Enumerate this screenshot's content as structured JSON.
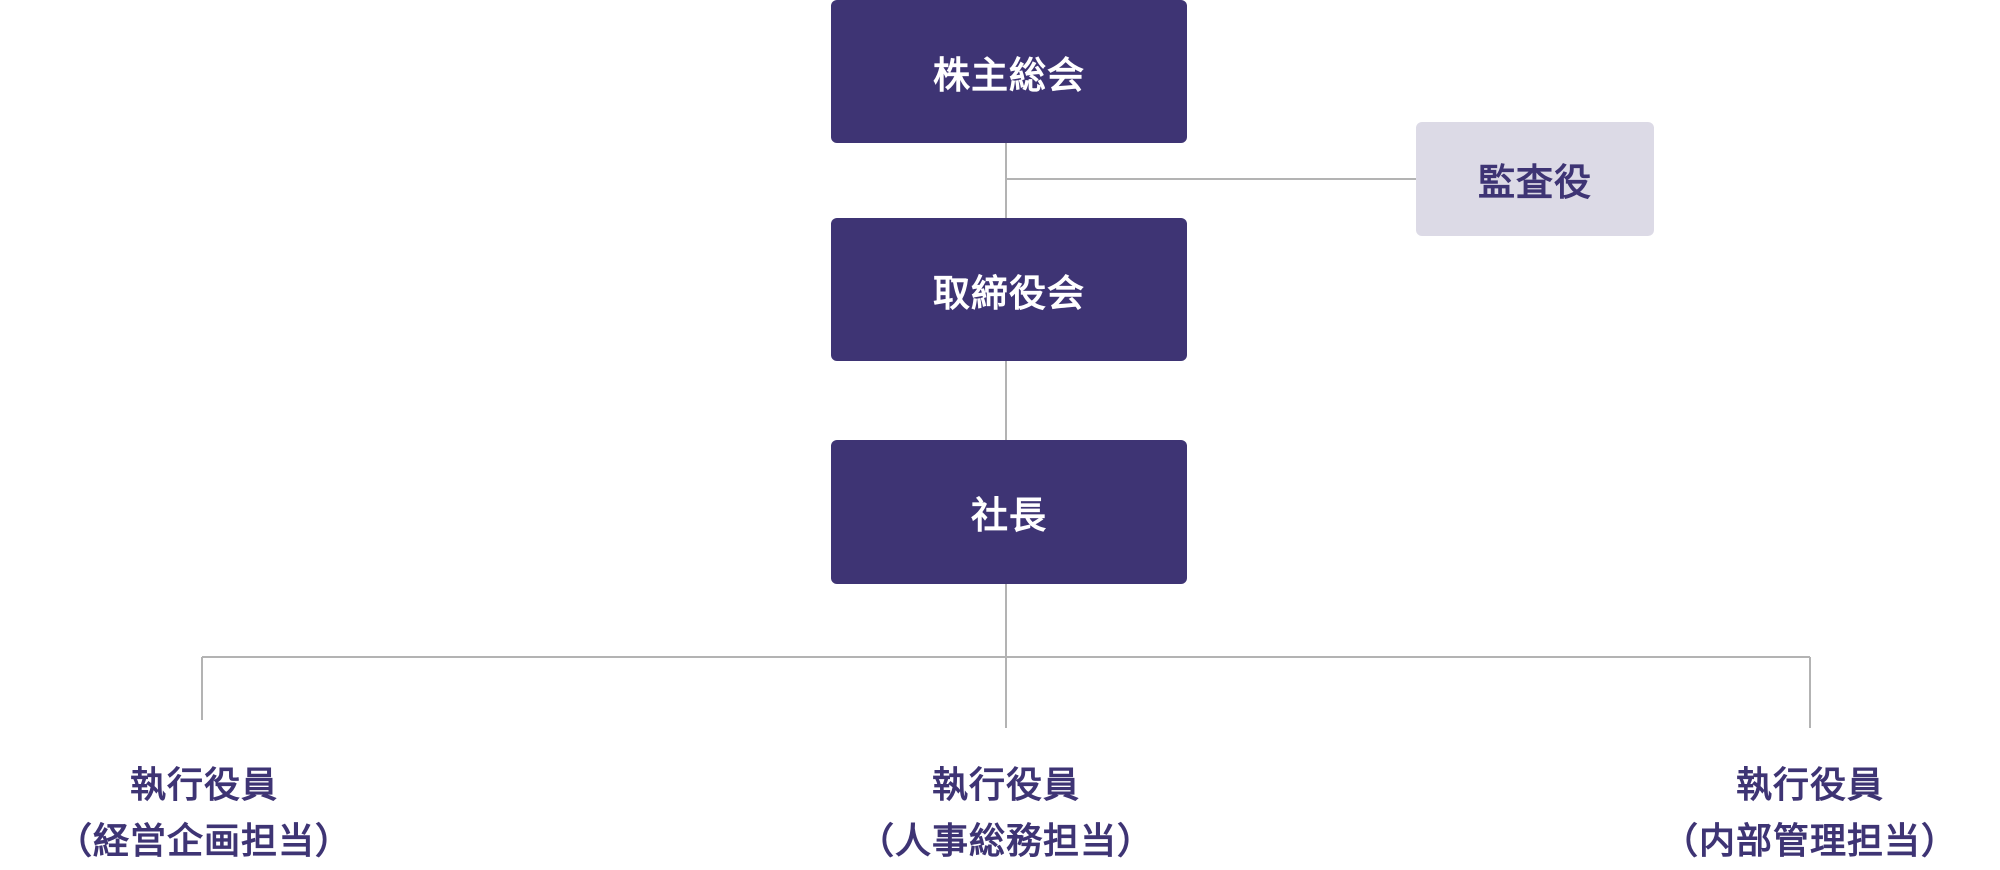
{
  "org_chart": {
    "shareholders_meeting": "株主総会",
    "auditor": "監査役",
    "board": "取締役会",
    "president": "社長",
    "executives": [
      {
        "title": "執行役員",
        "role": "（経営企画担当）"
      },
      {
        "title": "執行役員",
        "role": "（人事総務担当）"
      },
      {
        "title": "執行役員",
        "role": "（内部管理担当）"
      }
    ]
  },
  "colors": {
    "primary_box": "#3e3474",
    "auditor_box": "#dcdae6",
    "connector_line": "#b3b3b3",
    "exec_text": "#3e3474"
  }
}
